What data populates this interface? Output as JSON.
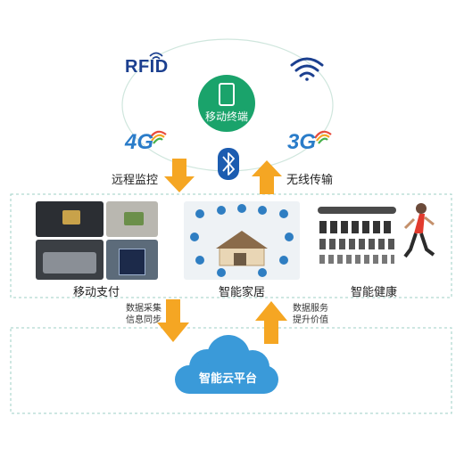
{
  "top": {
    "rfid": "RFID",
    "g4": "4G",
    "g3": "3G",
    "terminal": "移动终端",
    "remote_monitor": "远程监控",
    "wireless": "无线传输"
  },
  "middle": {
    "mobile_pay": "移动支付",
    "smart_home": "智能家居",
    "smart_health": "智能健康"
  },
  "bottom": {
    "collect_line1": "数据采集",
    "collect_line2": "信息同步",
    "service_line1": "数据服务",
    "service_line2": "提升价值",
    "cloud": "智能云平台"
  },
  "colors": {
    "arrow": "#f5a623",
    "terminal_bg": "#1aa36b",
    "cloud": "#3a9ad9",
    "dashed": "#9ccfc6",
    "rfid": "#1b3f8f"
  }
}
